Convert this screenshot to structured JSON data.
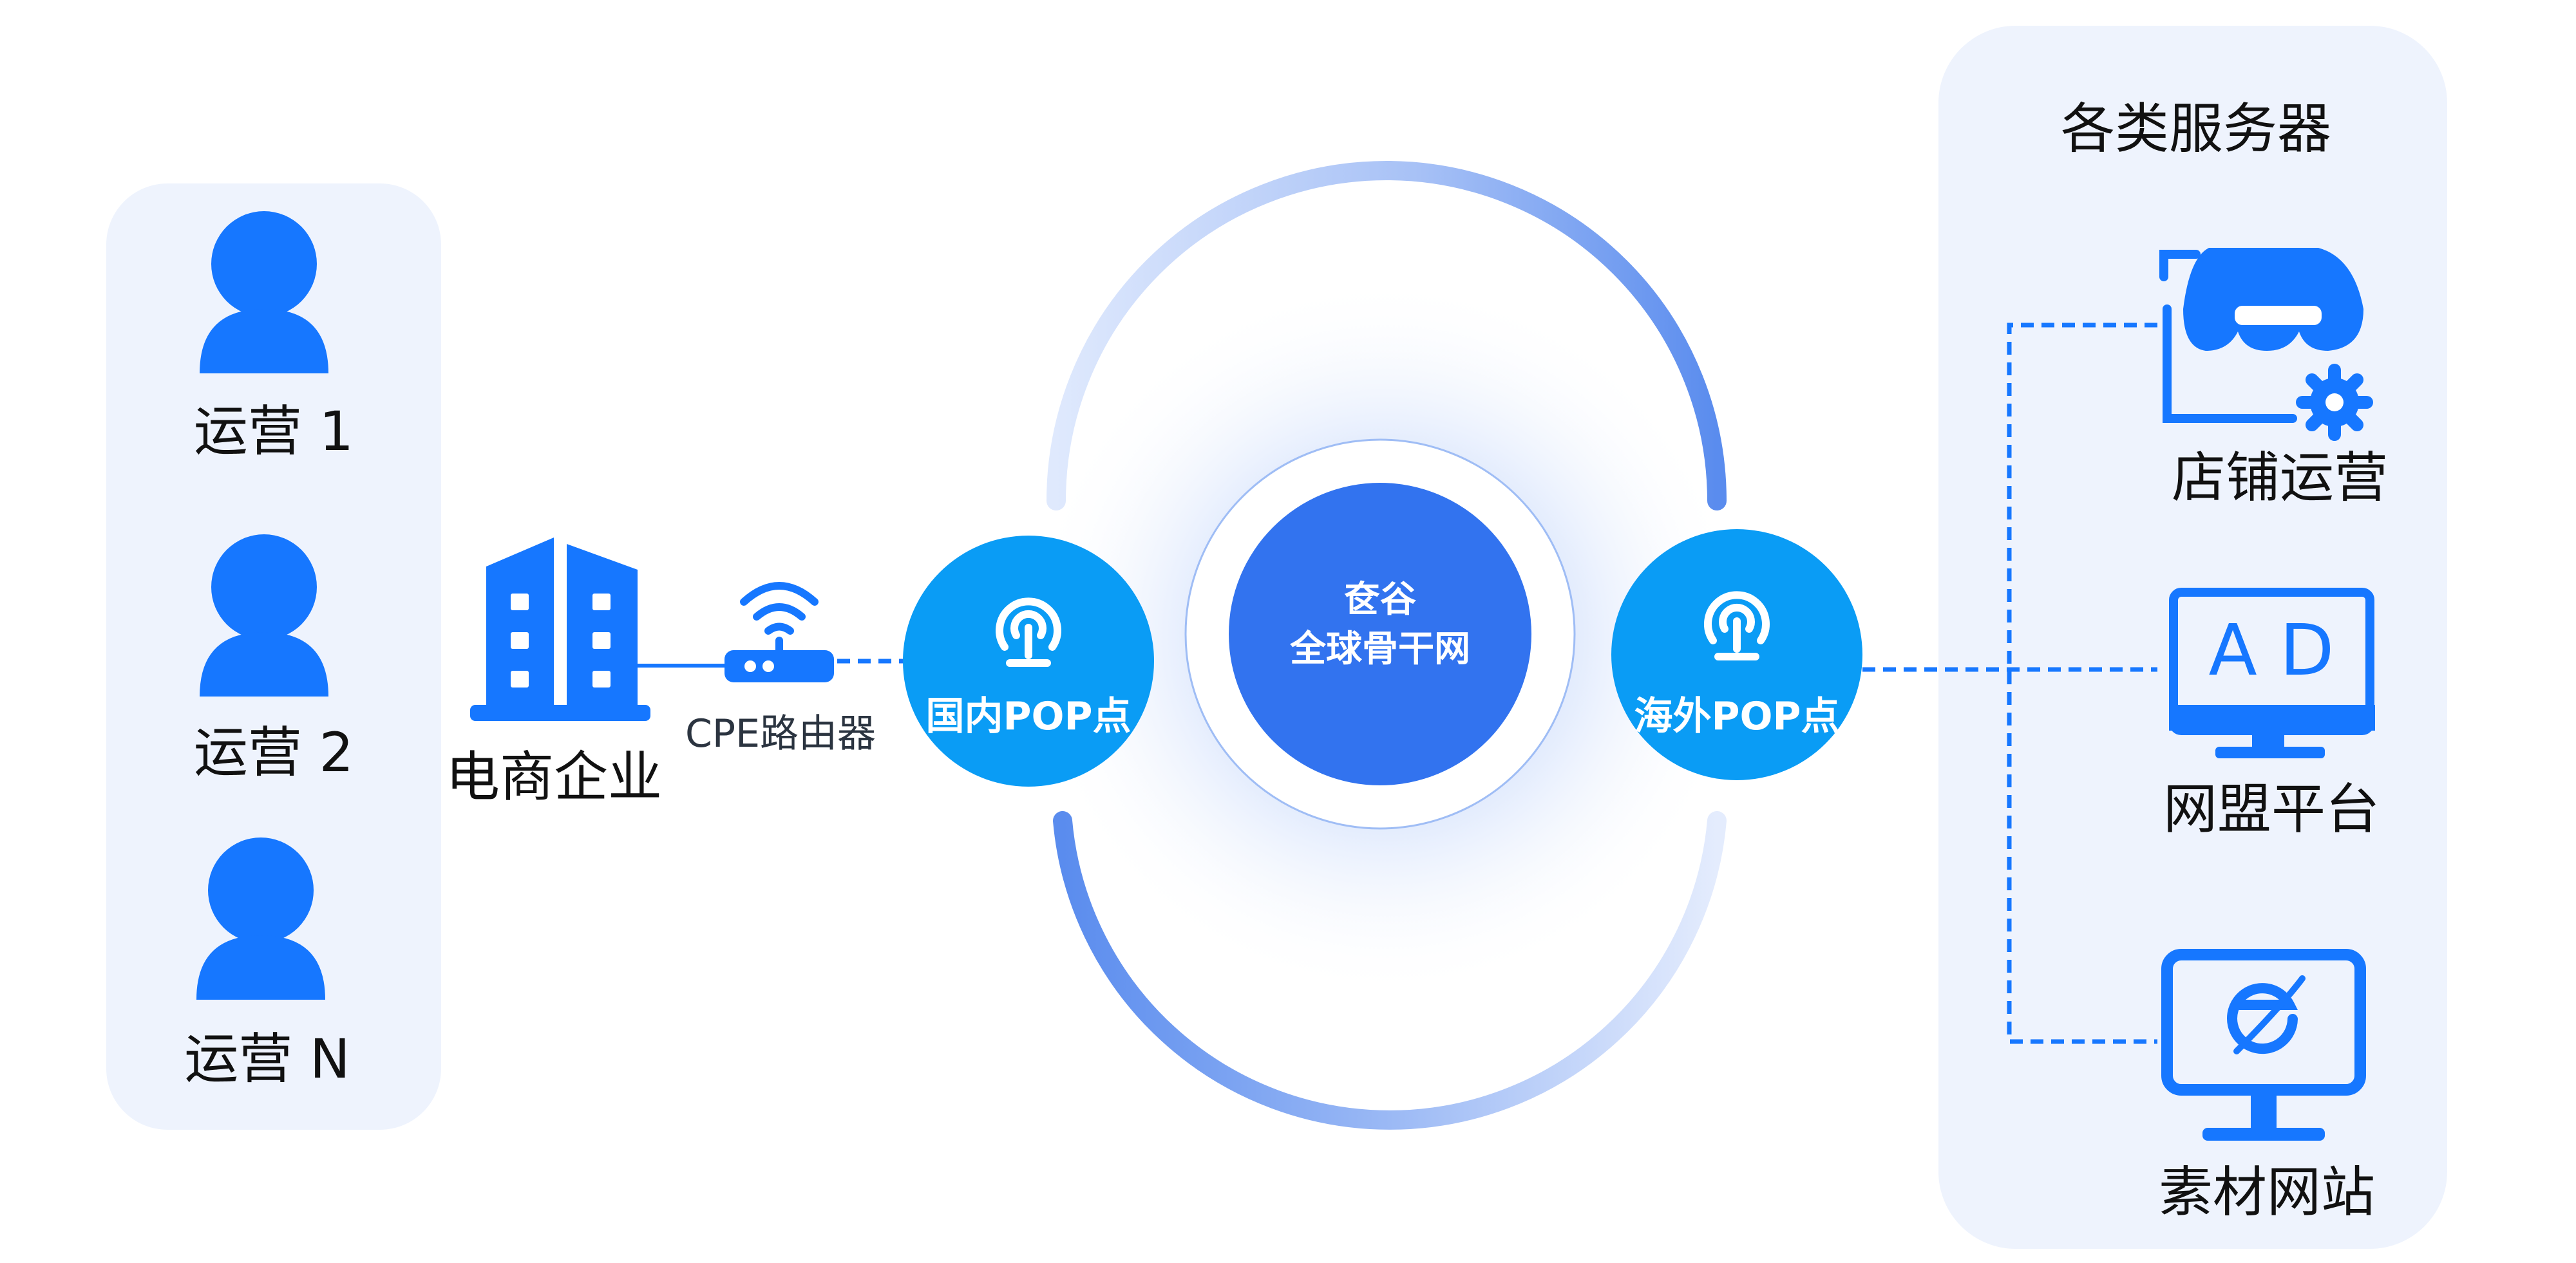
{
  "left_panel": {
    "users": [
      {
        "label": "运营 1"
      },
      {
        "label": "运营 2"
      },
      {
        "label": "运营 N"
      }
    ]
  },
  "enterprise": {
    "label": "电商企业"
  },
  "router": {
    "label": "CPE路由器"
  },
  "pop_domestic": {
    "label": "国内POP点"
  },
  "core": {
    "line1": "奁谷",
    "line2": "全球骨干网"
  },
  "pop_overseas": {
    "label": "海外POP点"
  },
  "right_panel": {
    "title": "各类服务器",
    "services": [
      {
        "label": "店铺运营",
        "icon": "store-settings-icon"
      },
      {
        "label": "网盟平台",
        "icon": "ad-monitor-icon",
        "badge": "A D"
      },
      {
        "label": "素材网站",
        "icon": "browser-monitor-icon"
      }
    ]
  },
  "colors": {
    "primary": "#1677ff",
    "pop": "#0a9cf5",
    "core": "#3273ef",
    "panel": "#eef3fd",
    "ring": "#7ea6f2"
  }
}
